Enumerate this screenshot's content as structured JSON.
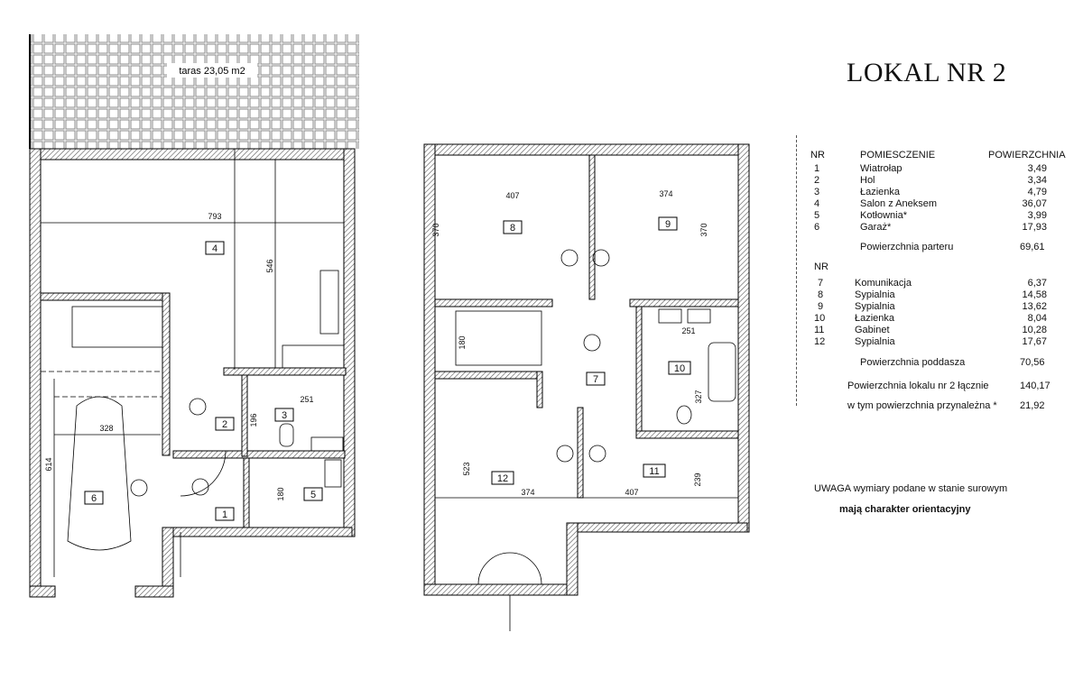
{
  "title": "LOKAL NR 2",
  "terrace_label": "taras 23,05 m2",
  "ground_floor": {
    "rooms": [
      "4",
      "2",
      "3",
      "5",
      "1",
      "6"
    ],
    "dimensions": [
      "793",
      "546",
      "328",
      "614",
      "196",
      "251",
      "180"
    ]
  },
  "upper_floor": {
    "rooms": [
      "8",
      "9",
      "7",
      "10",
      "12",
      "11"
    ],
    "dimensions": [
      "407",
      "374",
      "370",
      "370",
      "180",
      "251",
      "327",
      "523",
      "374",
      "407",
      "239"
    ]
  },
  "table": {
    "nr_header": "NR",
    "room_header": "POMIESCZENIE",
    "area_header": "POWIERZCHNIA",
    "ground_rows": [
      {
        "nr": "1",
        "name": "Wiatrołap",
        "area": "3,49"
      },
      {
        "nr": "2",
        "name": "Hol",
        "area": "3,34"
      },
      {
        "nr": "3",
        "name": "Łazienka",
        "area": "4,79"
      },
      {
        "nr": "4",
        "name": "Salon z Aneksem",
        "area": "36,07"
      },
      {
        "nr": "5",
        "name": "Kotłownia*",
        "area": "3,99"
      },
      {
        "nr": "6",
        "name": "Garaż*",
        "area": "17,93"
      }
    ],
    "ground_total_label": "Powierzchnia parteru",
    "ground_total": "69,61",
    "nr_header2": "NR",
    "upper_rows": [
      {
        "nr": "7",
        "name": "Komunikacja",
        "area": "6,37"
      },
      {
        "nr": "8",
        "name": "Sypialnia",
        "area": "14,58"
      },
      {
        "nr": "9",
        "name": "Sypialnia",
        "area": "13,62"
      },
      {
        "nr": "10",
        "name": "Łazienka",
        "area": "8,04"
      },
      {
        "nr": "11",
        "name": "Gabinet",
        "area": "10,28"
      },
      {
        "nr": "12",
        "name": "Sypialnia",
        "area": "17,67"
      }
    ],
    "upper_total_label": "Powierzchnia poddasza",
    "upper_total": "70,56",
    "total_label": "Powierzchnia lokalu nr 2 łącznie",
    "total": "140,17",
    "appurtenant_label": "w tym powierzchnia przynależna *",
    "appurtenant": "21,92"
  },
  "note_line1": "UWAGA wymiary podane w stanie surowym",
  "note_line2": "mają charakter orientacyjny"
}
